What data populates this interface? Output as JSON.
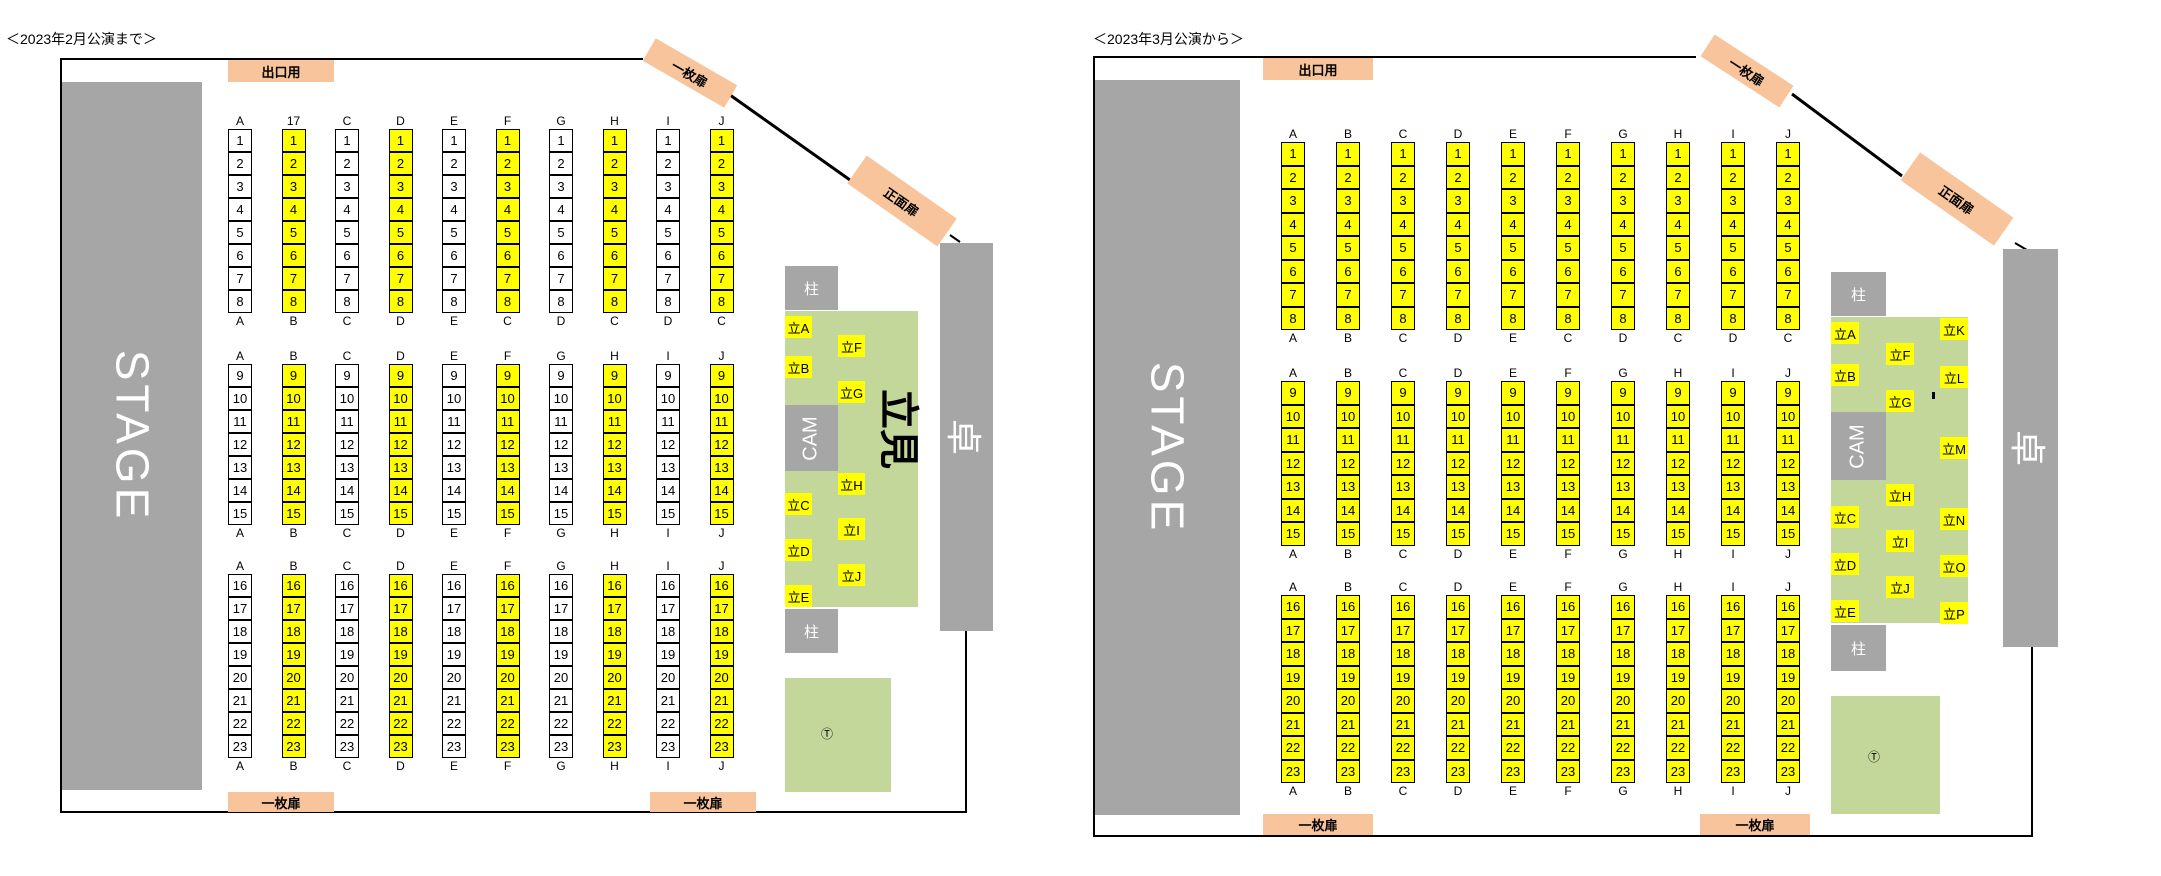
{
  "colors": {
    "seat_yellow": "#ffff00",
    "door": "#f8c49c",
    "gray": "#a6a6a6",
    "green": "#c4d79b"
  },
  "panels": [
    {
      "title": "＜2023年2月公演まで＞",
      "stage": "STAGE",
      "pa": "卓",
      "doors": {
        "exit": "出口用",
        "single_top": "一枚扉",
        "front": "正面扉",
        "single_bottom_left": "一枚扉",
        "single_bottom_right": "一枚扉"
      },
      "pillar_top": "柱",
      "pillar_bottom": "柱",
      "cam": "CAM",
      "standing_label": "立見",
      "standing_spots": [
        "立A",
        "立B",
        "立F",
        "立G",
        "立H",
        "立I",
        "立J",
        "立C",
        "立D",
        "立E"
      ],
      "tickets_mark": "Ⓣ",
      "sections": [
        {
          "top_labels": [
            "A",
            "17",
            "C",
            "D",
            "E",
            "F",
            "G",
            "H",
            "I",
            "J"
          ],
          "bottom_labels": [
            "A",
            "B",
            "C",
            "D",
            "E",
            "C",
            "D",
            "C",
            "D",
            "C"
          ],
          "rows": [
            "1",
            "2",
            "3",
            "4",
            "5",
            "6",
            "7",
            "8"
          ]
        },
        {
          "top_labels": [
            "A",
            "B",
            "C",
            "D",
            "E",
            "F",
            "G",
            "H",
            "I",
            "J"
          ],
          "bottom_labels": [
            "A",
            "B",
            "C",
            "D",
            "E",
            "F",
            "G",
            "H",
            "I",
            "J"
          ],
          "rows": [
            "9",
            "10",
            "11",
            "12",
            "13",
            "14",
            "15"
          ]
        },
        {
          "top_labels": [
            "A",
            "B",
            "C",
            "D",
            "E",
            "F",
            "G",
            "H",
            "I",
            "J"
          ],
          "bottom_labels": [
            "A",
            "B",
            "C",
            "D",
            "E",
            "F",
            "G",
            "H",
            "I",
            "J"
          ],
          "rows": [
            "16",
            "17",
            "18",
            "19",
            "20",
            "21",
            "22",
            "23"
          ]
        }
      ]
    },
    {
      "title": "＜2023年3月公演から＞",
      "stage": "STAGE",
      "pa": "卓",
      "doors": {
        "exit": "出口用",
        "single_top": "一枚扉",
        "front": "正面扉",
        "single_bottom_left": "一枚扉",
        "single_bottom_right": "一枚扉"
      },
      "pillar_top": "柱",
      "pillar_bottom": "柱",
      "cam": "CAM",
      "standing_spots": [
        "立A",
        "立B",
        "立F",
        "立G",
        "立H",
        "立C",
        "立I",
        "立D",
        "立J",
        "立E",
        "立K",
        "立L",
        "立M",
        "立N",
        "立O",
        "立P"
      ],
      "tickets_mark": "Ⓣ",
      "sections": [
        {
          "top_labels": [
            "A",
            "B",
            "C",
            "D",
            "E",
            "F",
            "G",
            "H",
            "I",
            "J"
          ],
          "bottom_labels": [
            "A",
            "B",
            "C",
            "D",
            "E",
            "C",
            "D",
            "C",
            "D",
            "C"
          ],
          "rows": [
            "1",
            "2",
            "3",
            "4",
            "5",
            "6",
            "7",
            "8"
          ]
        },
        {
          "top_labels": [
            "A",
            "B",
            "C",
            "D",
            "E",
            "F",
            "G",
            "H",
            "I",
            "J"
          ],
          "bottom_labels": [
            "A",
            "B",
            "C",
            "D",
            "E",
            "F",
            "G",
            "H",
            "I",
            "J"
          ],
          "rows": [
            "9",
            "10",
            "11",
            "12",
            "13",
            "14",
            "15"
          ]
        },
        {
          "top_labels": [
            "A",
            "B",
            "C",
            "D",
            "E",
            "F",
            "G",
            "H",
            "I",
            "J"
          ],
          "bottom_labels": [
            "A",
            "B",
            "C",
            "D",
            "E",
            "F",
            "G",
            "H",
            "I",
            "J"
          ],
          "rows": [
            "16",
            "17",
            "18",
            "19",
            "20",
            "21",
            "22",
            "23"
          ]
        }
      ]
    }
  ]
}
